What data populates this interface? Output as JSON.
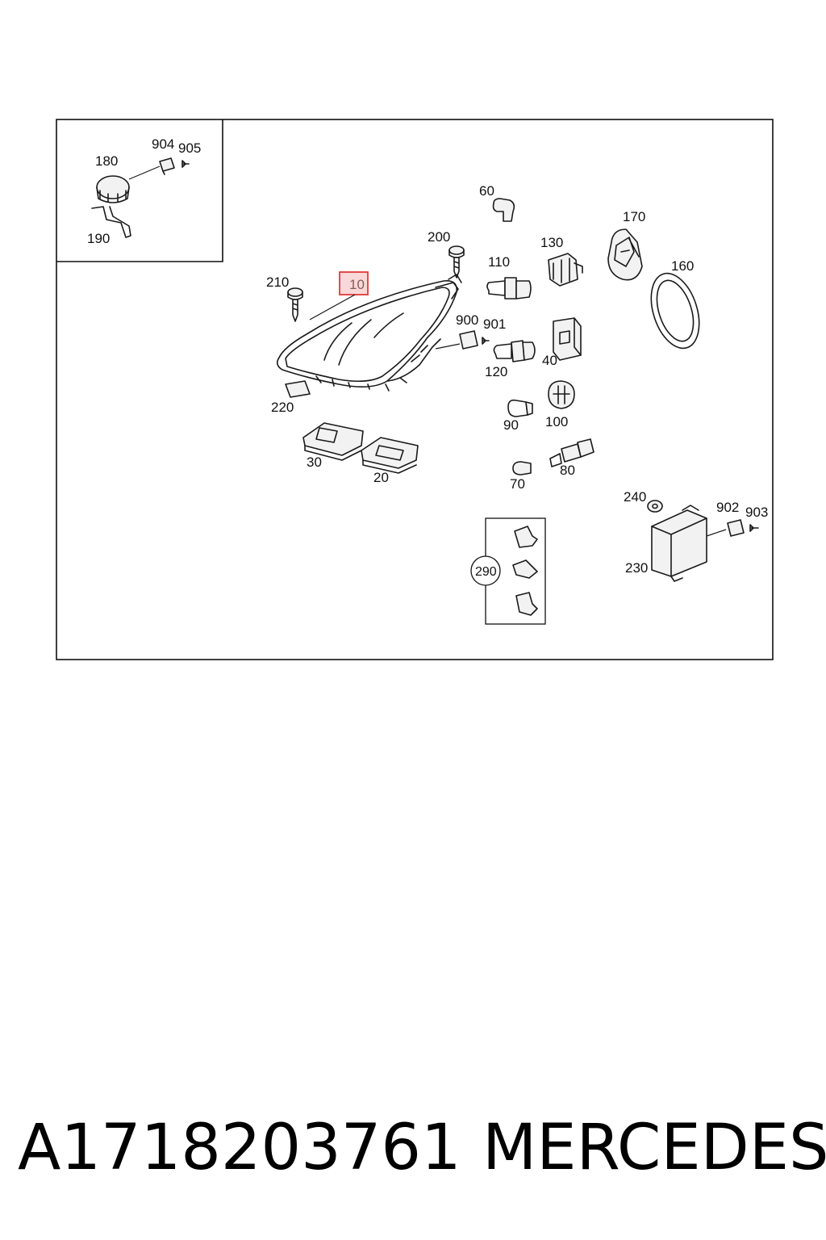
{
  "callouts": {
    "p10": "10",
    "p20": "20",
    "p30": "30",
    "p40": "40",
    "p60": "60",
    "p70": "70",
    "p80": "80",
    "p90": "90",
    "p100": "100",
    "p110": "110",
    "p120": "120",
    "p130": "130",
    "p160": "160",
    "p170": "170",
    "p180": "180",
    "p190": "190",
    "p200": "200",
    "p210": "210",
    "p220": "220",
    "p230": "230",
    "p240": "240",
    "p290": "290",
    "p900": "900",
    "p901": "901",
    "p902": "902",
    "p903": "903",
    "p904": "904",
    "p905": "905"
  },
  "highlighted_part": "10",
  "colors": {
    "highlight": "#e03a3a",
    "highlight_fill": "#f8d8d8",
    "line": "#1a1a1a"
  },
  "footer": {
    "part_number": "A1718203761",
    "brand": "MERCEDES"
  }
}
